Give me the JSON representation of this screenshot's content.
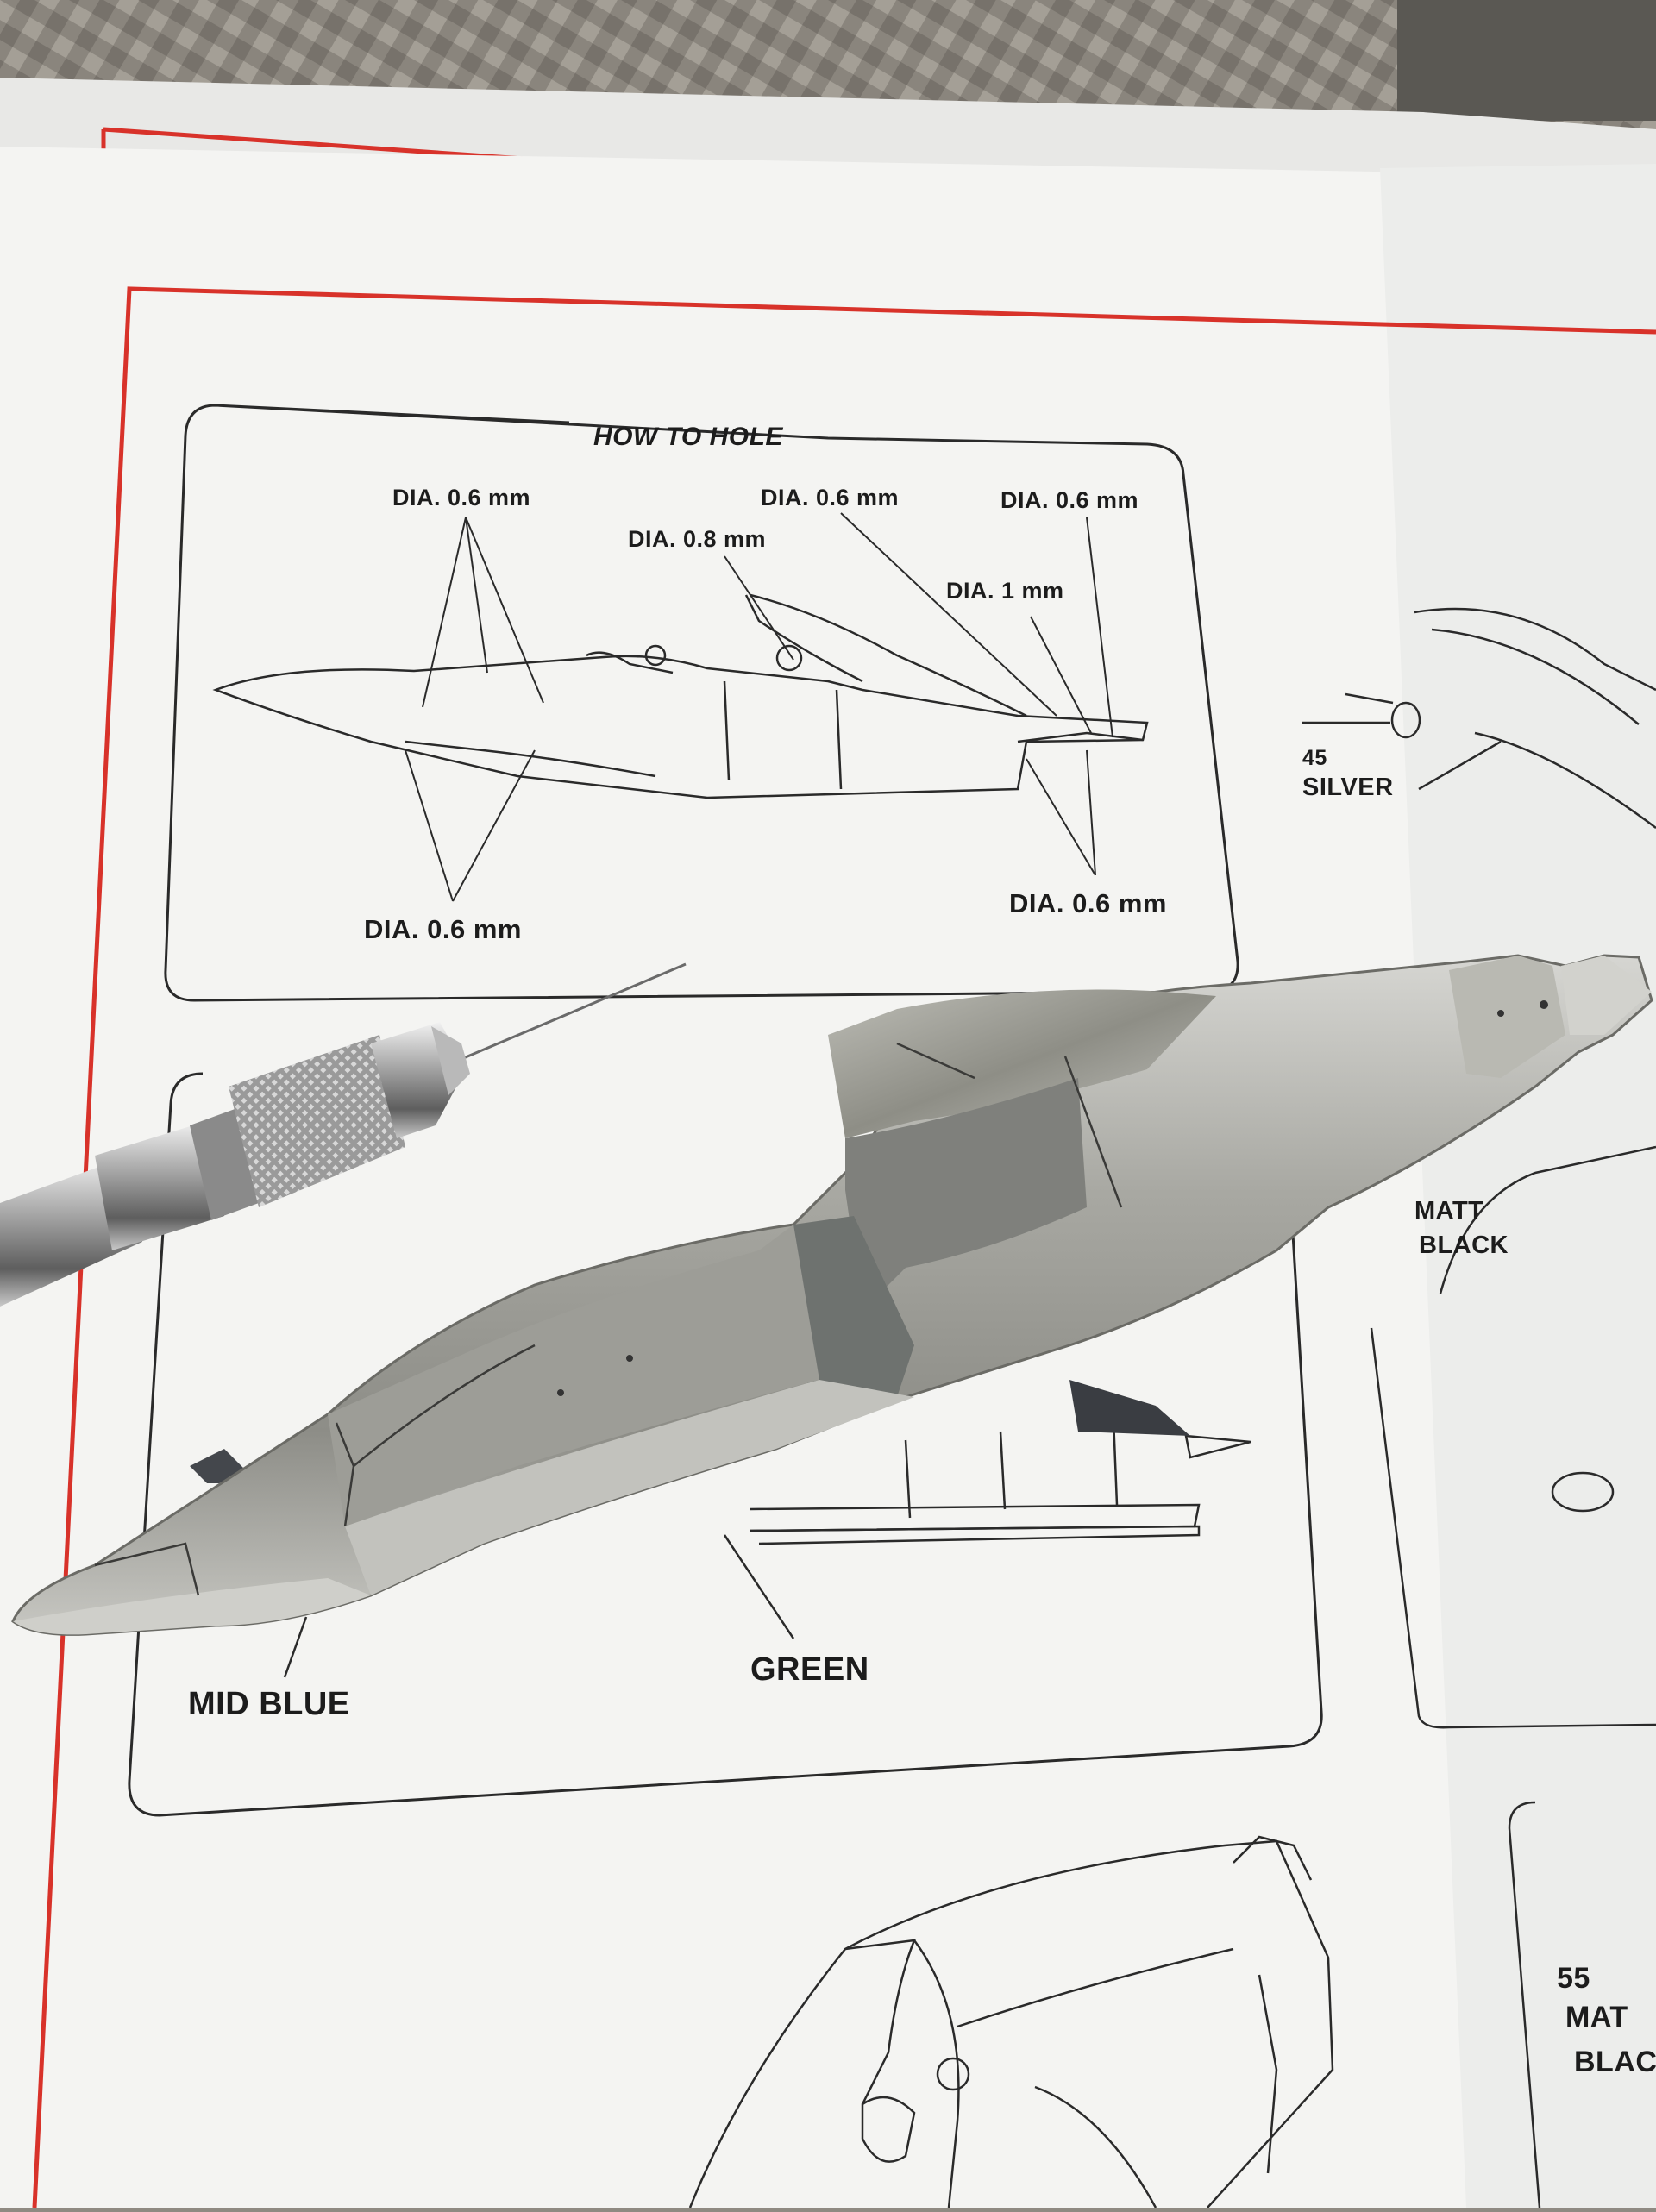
{
  "labels": {
    "how_to_hole": "HOW TO HOLE",
    "dia_06_a": "DIA. 0.6 mm",
    "dia_08": "DIA. 0.8 mm",
    "dia_06_b": "DIA. 0.6 mm",
    "dia_06_c": "DIA. 0.6 mm",
    "dia_1": "DIA. 1 mm",
    "dia_06_d": "DIA. 0.6 mm",
    "dia_06_e": "DIA. 0.6 mm",
    "silver_num": "45",
    "silver": "SILVER",
    "matt_black_1": "MATT",
    "matt_black_2": "BLACK",
    "mid_blue": "MID BLUE",
    "green": "GREEN",
    "num_55": "55",
    "matt_2": "MAT",
    "black_2": "BLAC"
  },
  "colors": {
    "paper": "#f4f4f2",
    "red_border": "#d8322a",
    "line": "#2a2a2a",
    "metal": "#a9a9a4"
  }
}
